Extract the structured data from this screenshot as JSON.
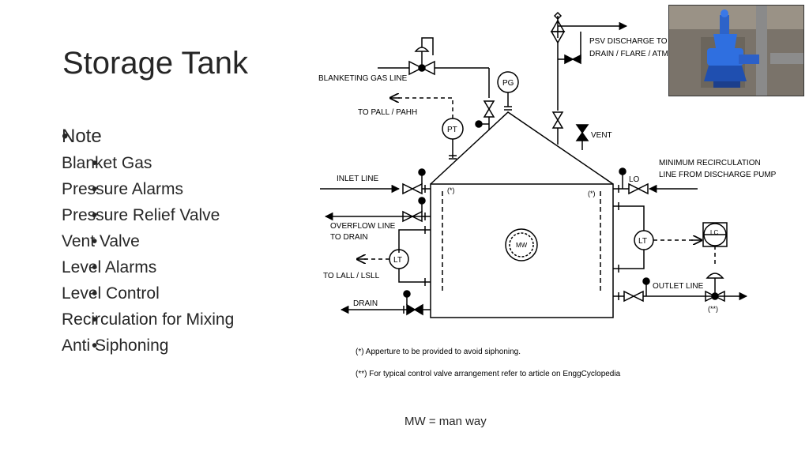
{
  "title": "Storage Tank",
  "bullets": {
    "main": "Note",
    "items": [
      "Blanket Gas",
      "Pressure Alarms",
      "Pressure Relief Valve",
      "Vent Valve",
      "Level Alarms",
      "Level Control",
      "Recirculation for Mixing",
      "Anti Siphoning"
    ]
  },
  "diagram": {
    "psv_discharge_1": "PSV DISCHARGE TO",
    "psv_discharge_2": "DRAIN / FLARE / ATM",
    "blanketing_gas": "BLANKETING GAS LINE",
    "to_pall": "TO PALL / PAHH",
    "pg": "PG",
    "pt": "PT",
    "vent": "VENT",
    "min_recirc_1": "MINIMUM RECIRCULATION",
    "min_recirc_2": "LINE FROM DISCHARGE PUMP",
    "inlet_line": "INLET LINE",
    "aperture_mark_left": "(*)",
    "aperture_mark_right": "(*)",
    "lo": "LO",
    "overflow_1": "OVERFLOW LINE",
    "overflow_2": "TO DRAIN",
    "mw": "MW",
    "lt_right": "LT",
    "lc": "LC",
    "lt_left": "LT",
    "to_lall": "TO LALL / LSLL",
    "outlet_line": "OUTLET LINE",
    "double_mark": "(**)",
    "drain": "DRAIN",
    "note1": "(*) Apperture to be provided to avoid siphoning.",
    "note2": "(**) For typical control valve arrangement refer to article on EnggCyclopedia"
  },
  "footer": "MW =  man way"
}
